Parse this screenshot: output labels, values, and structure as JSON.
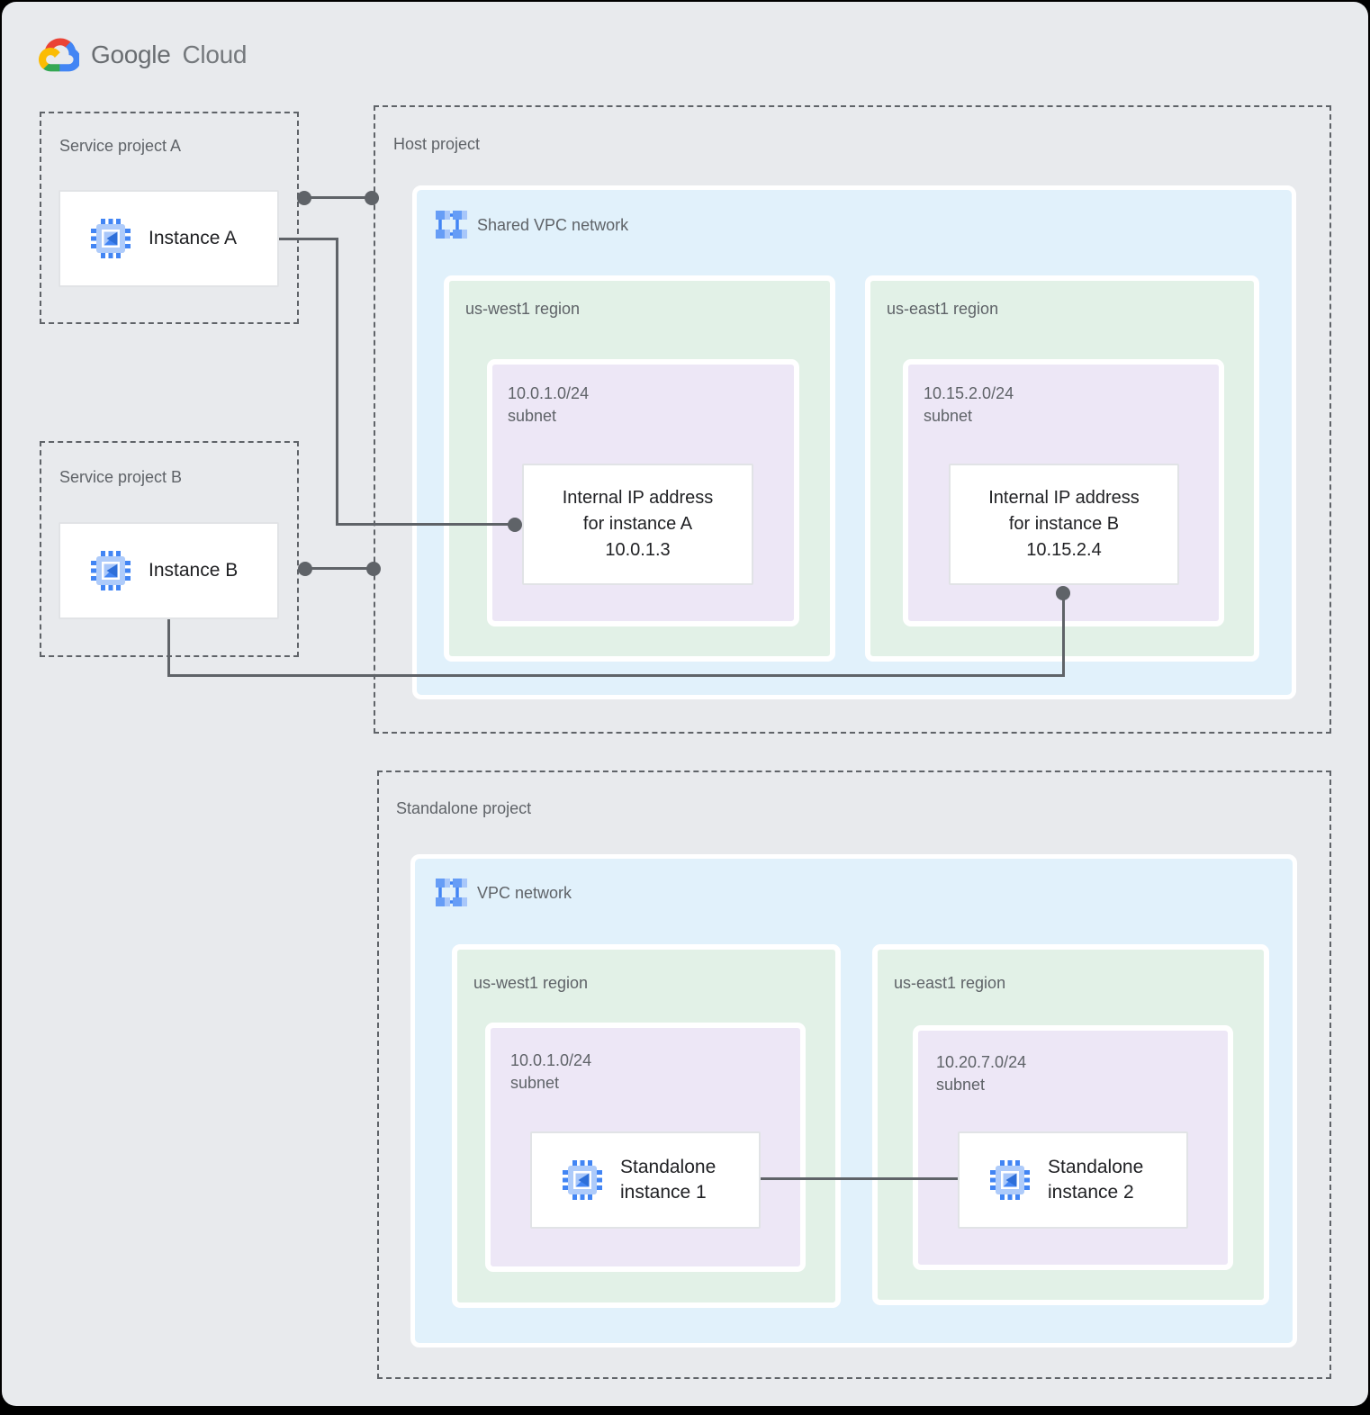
{
  "logo": {
    "google": "Google",
    "cloud": "Cloud"
  },
  "service_project_a": {
    "label": "Service project A",
    "instance_label": "Instance A"
  },
  "service_project_b": {
    "label": "Service project B",
    "instance_label": "Instance B"
  },
  "host_project": {
    "label": "Host project",
    "network_label": "Shared VPC network",
    "regions": [
      {
        "label": "us-west1 region",
        "subnet_cidr": "10.0.1.0/24",
        "subnet_word": "subnet",
        "card_line1": "Internal IP address",
        "card_line2": "for instance A",
        "card_line3": "10.0.1.3"
      },
      {
        "label": "us-east1 region",
        "subnet_cidr": "10.15.2.0/24",
        "subnet_word": "subnet",
        "card_line1": "Internal IP address",
        "card_line2": "for instance B",
        "card_line3": "10.15.2.4"
      }
    ]
  },
  "standalone_project": {
    "label": "Standalone project",
    "network_label": "VPC network",
    "regions": [
      {
        "label": "us-west1 region",
        "subnet_cidr": "10.0.1.0/24",
        "subnet_word": "subnet",
        "instance_line1": "Standalone",
        "instance_line2": "instance 1"
      },
      {
        "label": "us-east1 region",
        "subnet_cidr": "10.20.7.0/24",
        "subnet_word": "subnet",
        "instance_line1": "Standalone",
        "instance_line2": "instance 2"
      }
    ]
  },
  "icons": {
    "logo": "google-cloud-logo-icon",
    "network": "vpc-network-icon",
    "instance": "compute-engine-chip-icon"
  },
  "colors": {
    "page_bg": "#E8EAED",
    "vpc_fill": "#E1F1FB",
    "region_fill": "#E2F1E7",
    "subnet_fill": "#EDE7F6",
    "card_bg": "#FFFFFF",
    "card_border": "#E1E3E6",
    "dashed_border": "#5F6368",
    "connector": "#5F6368",
    "label_text": "#5F6368",
    "card_text": "#202124",
    "google_blue": "#4285F4",
    "google_red": "#EA4335",
    "google_yellow": "#FBBC04",
    "google_green": "#34A853",
    "icon_light_blue": "#A8C7FA"
  }
}
